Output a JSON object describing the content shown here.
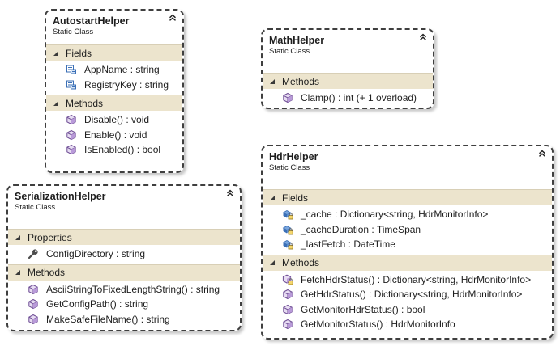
{
  "diagram": {
    "classes": [
      {
        "id": "autostart",
        "name": "AutostartHelper",
        "stereotype": "Static Class",
        "sections": [
          {
            "title": "Fields",
            "kind": "field",
            "members": [
              "AppName : string",
              "RegistryKey : string"
            ]
          },
          {
            "title": "Methods",
            "kind": "method",
            "members": [
              "Disable() : void",
              "Enable() : void",
              "IsEnabled() : bool"
            ]
          }
        ]
      },
      {
        "id": "math",
        "name": "MathHelper",
        "stereotype": "Static Class",
        "sections": [
          {
            "title": "Methods",
            "kind": "method",
            "members": [
              "Clamp() : int (+ 1 overload)"
            ]
          }
        ]
      },
      {
        "id": "hdr",
        "name": "HdrHelper",
        "stereotype": "Static Class",
        "sections": [
          {
            "title": "Fields",
            "kind": "private-field",
            "members": [
              "_cache : Dictionary<string, HdrMonitorInfo>",
              "_cacheDuration : TimeSpan",
              "_lastFetch : DateTime"
            ]
          },
          {
            "title": "Methods",
            "kind": "method-mixed",
            "members": [
              "FetchHdrStatus() : Dictionary<string, HdrMonitorInfo>",
              "GetHdrStatus() : Dictionary<string, HdrMonitorInfo>",
              "GetMonitorHdrStatus() : bool",
              "GetMonitorStatus() : HdrMonitorInfo"
            ]
          }
        ]
      },
      {
        "id": "serialization",
        "name": "SerializationHelper",
        "stereotype": "Static Class",
        "sections": [
          {
            "title": "Properties",
            "kind": "property",
            "members": [
              "ConfigDirectory : string"
            ]
          },
          {
            "title": "Methods",
            "kind": "method",
            "members": [
              "AsciiStringToFixedLengthString() : string",
              "GetConfigPath() : string",
              "MakeSafeFileName() : string"
            ]
          }
        ]
      }
    ]
  },
  "colors": {
    "section_header": "#ece4cd",
    "border": "#3f3f3f",
    "method_icon": "#9b7bc4",
    "field_icon": "#3b6fb6"
  }
}
